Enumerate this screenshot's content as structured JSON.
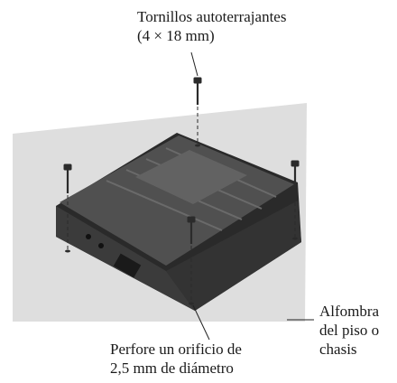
{
  "labels": {
    "screws": {
      "line1": "Tornillos autoterrajantes",
      "line2": "(4 × 18 mm)"
    },
    "drill": {
      "line1": "Perfore un orificio de",
      "line2": "2,5 mm de diámetro"
    },
    "floor": {
      "line1": "Alfombra",
      "line2": "del piso o",
      "line3": "chasis"
    }
  },
  "colors": {
    "floor_panel": "#dedede",
    "amp_body": "#3d3d3d",
    "amp_top": "#5a5a5a",
    "amp_shadow": "#1f1f1f",
    "leader_line": "#222222"
  }
}
